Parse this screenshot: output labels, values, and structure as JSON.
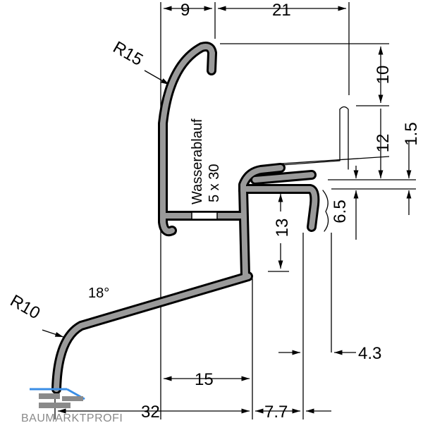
{
  "drawing": {
    "dimensions": {
      "top_left": "9",
      "top_right": "21",
      "right_10": "10",
      "right_12": "12",
      "right_1_5": "1.5",
      "right_6_5": "6.5",
      "center_13": "13",
      "right_4_3": "4.3",
      "bottom_15": "15",
      "bottom_32": "32",
      "bottom_7_7": "7.7"
    },
    "radius_upper": "R15",
    "radius_lower": "R10",
    "angle": "18°",
    "drain_label": "Wasserablauf",
    "drain_size": "5 x 30"
  },
  "logo": {
    "text": "BAUMARKTPROFI",
    "accent": "#3a8ee6"
  },
  "colors": {
    "profile_fill": "#9a9a9a",
    "outline": "#000000"
  }
}
